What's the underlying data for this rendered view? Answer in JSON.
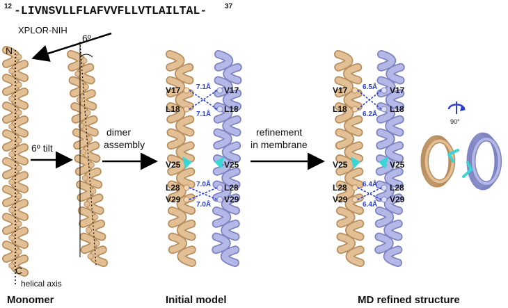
{
  "sequence": {
    "start": "12",
    "residues": "-LIVNSVLLFLAFVVFLLVTLAILTAL-",
    "end": "37"
  },
  "method_label": "XPLOR-NIH",
  "tilt_angle_label": "6º",
  "terminus_n": "N",
  "terminus_c": "C",
  "axis_label": "helical axis",
  "steps": {
    "tilt": "6º tilt",
    "dimer_line1": "dimer",
    "dimer_line2": "assembly",
    "refine_line1": "refinement",
    "refine_line2": "in membrane"
  },
  "initial_model": {
    "left_residues": [
      "V17",
      "L18",
      "V25",
      "L28",
      "V29"
    ],
    "right_residues": [
      "V17",
      "L18",
      "V25",
      "L28",
      "V29"
    ],
    "distances_top": [
      "7.1Å",
      "7.1Å"
    ],
    "distances_bottom": [
      "7.0Å",
      "7.0Å"
    ]
  },
  "md_refined": {
    "left_residues": [
      "V17",
      "L18",
      "V25",
      "L28",
      "V29"
    ],
    "right_residues": [
      "V17",
      "L18",
      "V25",
      "L28",
      "V29"
    ],
    "distances_top": [
      "6.5Å",
      "6.2Å"
    ],
    "distances_bottom": [
      "6.4Å",
      "6.4Å"
    ]
  },
  "rotation_label": "90°",
  "captions": {
    "monomer": "Monomer",
    "initial": "Initial model",
    "md": "MD refined structure"
  },
  "colors": {
    "helix_a": "#e2bf95",
    "helix_a_dark": "#b88d5c",
    "helix_b": "#b4b8e6",
    "helix_b_dark": "#7d82c2",
    "val_sidechain": "#3ad6d6",
    "distance": "#2a3fd0"
  }
}
